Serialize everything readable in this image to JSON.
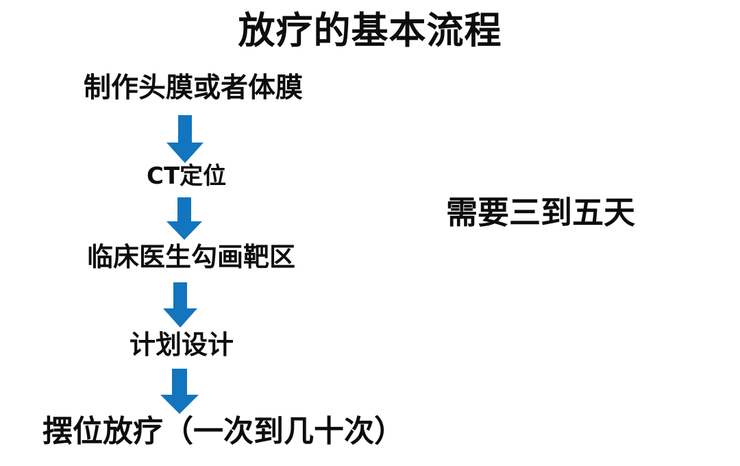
{
  "slide": {
    "title": "放疗的基本流程",
    "background_color": "#ffffff",
    "text_color": "#0d0d0d",
    "arrow_color": "#1275be"
  },
  "flow": {
    "steps": [
      {
        "label": "制作头膜或者体膜"
      },
      {
        "label": "CT定位"
      },
      {
        "label": "临床医生勾画靶区"
      },
      {
        "label": "计划设计"
      },
      {
        "label": "摆位放疗（一次到几十次）"
      }
    ],
    "connectors": [
      {
        "name": "down-arrow-1"
      },
      {
        "name": "down-arrow-2"
      },
      {
        "name": "down-arrow-3"
      },
      {
        "name": "down-arrow-4"
      }
    ]
  },
  "annotation": {
    "text": "需要三到五天"
  }
}
